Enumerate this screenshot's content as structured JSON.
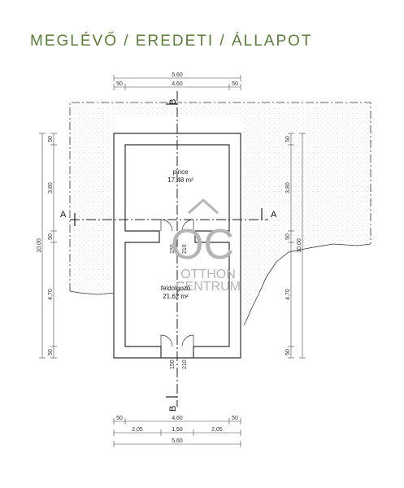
{
  "title": "MEGLÉVŐ / EREDETI / ÁLLAPOT",
  "section_labels": {
    "b_top": "B",
    "b_bottom": "B",
    "a_left": "A",
    "a_right": "A"
  },
  "rooms": [
    {
      "name": "pince",
      "area": "17,48 m²"
    },
    {
      "name": "feldolgozó",
      "area": "21,62 m²"
    }
  ],
  "top_dims": {
    "total": "5,60",
    "left": "50",
    "middle": "4,60",
    "right": "50"
  },
  "bottom_dims": {
    "row1": {
      "left": "50",
      "middle": "4,60",
      "right": "50"
    },
    "row2": {
      "a": "2,05",
      "b": "1,50",
      "c": "2,05"
    },
    "total": "5,60"
  },
  "left_dims": {
    "total": "10,00",
    "seg1": "50",
    "seg2": "3,80",
    "seg3": "50",
    "seg4": "4,70",
    "seg5": "50"
  },
  "right_dims": {
    "total": "10,00",
    "seg1": "50",
    "seg2": "3,80",
    "seg3": "50",
    "seg4": "4,70",
    "seg5": "50"
  },
  "door_dims": {
    "door1_w": "150",
    "door1_h": "210",
    "door2_w": "150",
    "door2_h": "210"
  },
  "watermark": {
    "mark": "OC",
    "line1": "OTTHON",
    "line2": "CENTRUM"
  },
  "colors": {
    "title": "#5a7d3a",
    "wall": "#ffffff",
    "stroke": "#333333",
    "watermark": "#b5b5b5"
  }
}
